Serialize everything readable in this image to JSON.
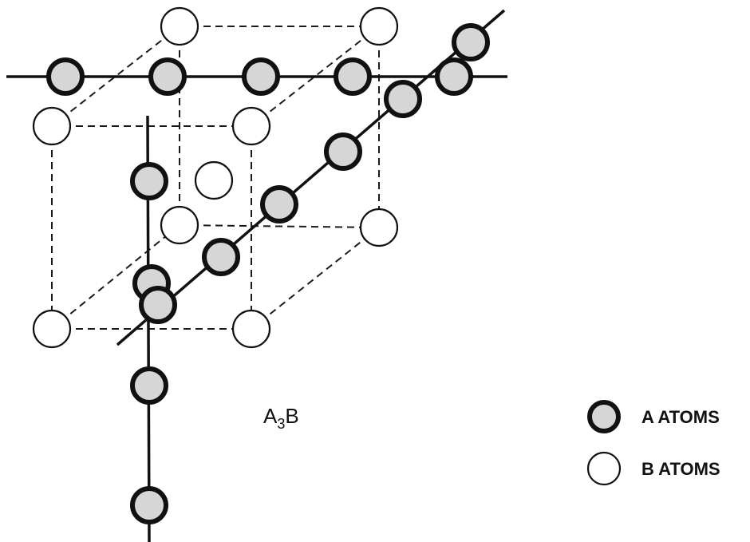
{
  "diagram": {
    "formula": {
      "base_a": "A",
      "subscript": "3",
      "base_b": "B"
    },
    "legend": {
      "a_label": "A ATOMS",
      "b_label": "B ATOMS"
    },
    "colors": {
      "line": "#111111",
      "atom_a_fill": "#d6d6d6",
      "atom_b_fill": "#ffffff"
    }
  }
}
